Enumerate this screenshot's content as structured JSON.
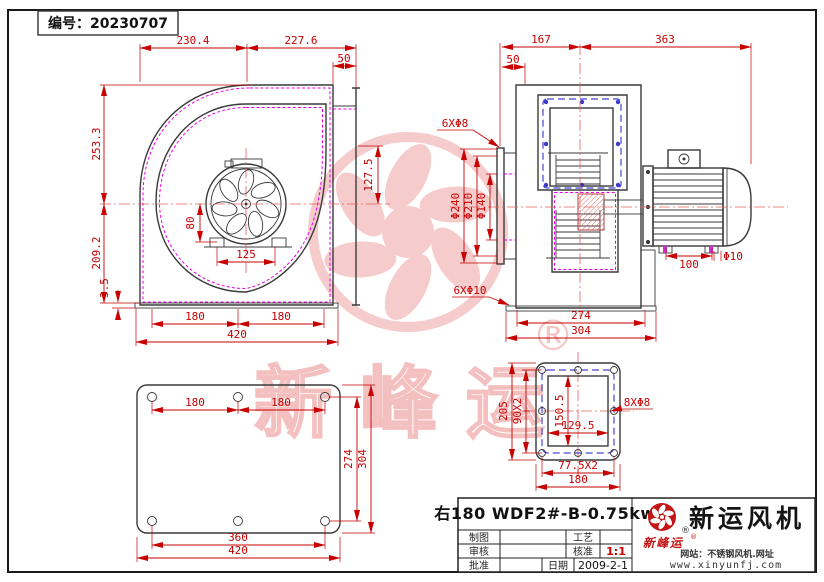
{
  "doc_number": "编号：20230707",
  "colors": {
    "dimension_red": "#c80000",
    "hatch_red": "#ef7d7d",
    "cut_magenta": "#e800e8",
    "bolt_blue": "#4747d8",
    "brand_red": "#c41414",
    "watermark_pink": "#f4c2c2"
  },
  "watermark": {
    "brand": "新峰运",
    "registered": "®"
  },
  "scroll_view": {
    "dim_top_left": "230.4",
    "dim_top_right": "227.6",
    "dim_outlet_offset": "50",
    "dim_left_upper": "253.3",
    "dim_left_lower": "209.2",
    "dim_plate_thickness": "3.5",
    "dim_hub_offset": "80",
    "dim_foot_span": "125",
    "dim_outlet_half": "127.5",
    "dim_bottom_left": "180",
    "dim_bottom_right": "180",
    "dim_bottom_total": "420"
  },
  "section_view": {
    "dim_top_left": "167",
    "dim_top_right": "363",
    "dim_collar": "50",
    "note_inlet_bolts": "6XΦ8",
    "note_base_bolts": "6XΦ10",
    "dim_collar_od": "Φ240",
    "dim_bolt_circle": "Φ210",
    "dim_inlet_id": "Φ140",
    "dim_motor_feet": "100",
    "dim_motor_foot_hole": "Φ10",
    "dim_base_holes": "274",
    "dim_base_width": "304"
  },
  "plate_view": {
    "dim_hole_left": "180",
    "dim_hole_right": "180",
    "dim_hole_vert": "274",
    "dim_height": "304",
    "dim_hole_span": "360",
    "dim_width": "420"
  },
  "flange_view": {
    "dim_height": "205",
    "dim_bolt_vert": "90X2",
    "dim_opening_h": "150.5",
    "dim_opening_w": "129.5",
    "note_bolts": "8XΦ8",
    "dim_bolt_horiz": "77.5X2",
    "dim_width": "180"
  },
  "title_block": {
    "model": "右180 WDF2#-B-0.75kw",
    "label_draft": "制图",
    "label_process": "工艺",
    "label_check": "审核",
    "label_approve": "核准",
    "scale": "1:1",
    "label_ratify": "批准",
    "label_date": "日期",
    "date": "2009-2-1",
    "brand": "新运风机",
    "brand_script": "新峰运",
    "registered": "®",
    "site": "网站：不锈钢风机.网址",
    "url": "www.xinyunfj.com"
  }
}
